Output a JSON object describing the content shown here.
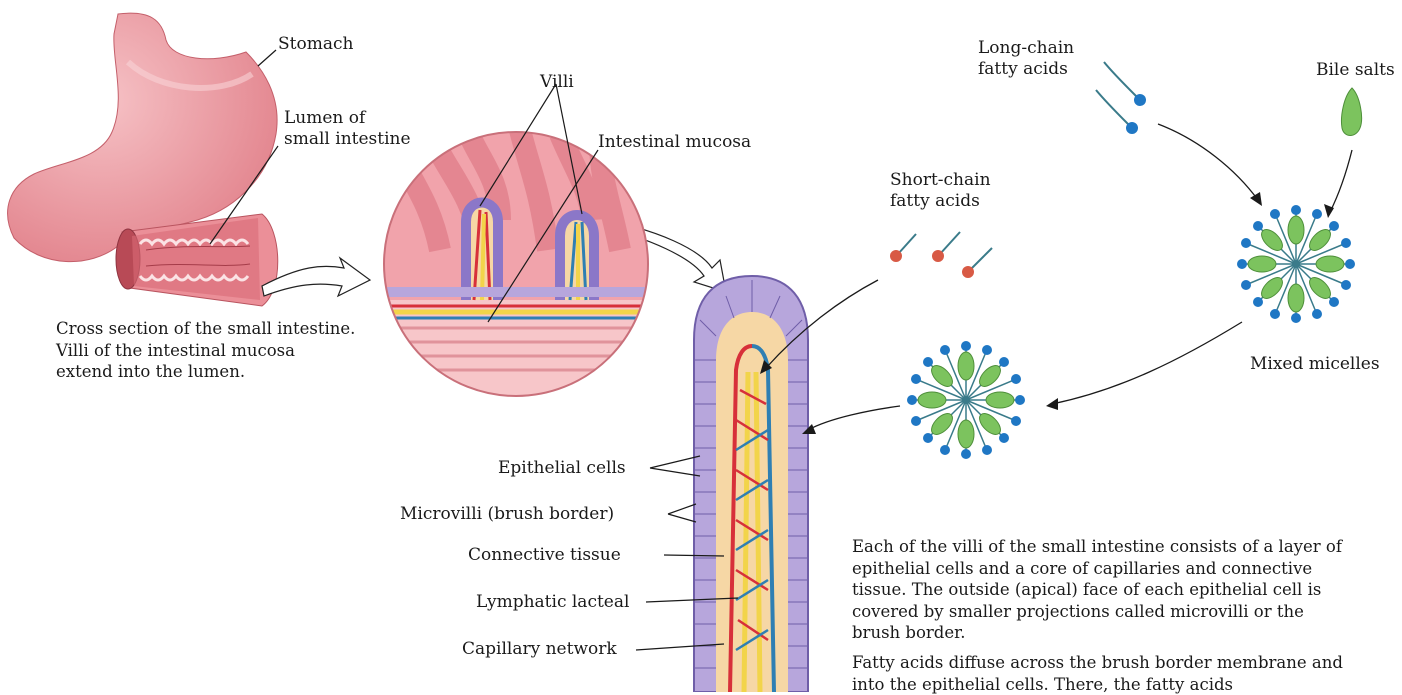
{
  "labels": {
    "stomach": "Stomach",
    "lumen": "Lumen of\nsmall intestine",
    "villi": "Villi",
    "mucosa": "Intestinal mucosa",
    "short_chain": "Short-chain\nfatty acids",
    "long_chain": "Long-chain\nfatty acids",
    "bile_salts": "Bile salts",
    "mixed_micelles": "Mixed micelles",
    "epithelial": "Epithelial cells",
    "microvilli": "Microvilli (brush border)",
    "connective": "Connective tissue",
    "lacteal": "Lymphatic lacteal",
    "capillary": "Capillary network"
  },
  "captions": {
    "cross_section": "Cross section of the small intestine. Villi of the intestinal mucosa extend into the lumen.",
    "villi_paragraph": "Each of the villi of the small intestine consists of a layer of epithelial cells and a core of capillaries and connective tissue. The outside (apical) face of each epithelial cell is covered by smaller projections called microvilli or the brush border.",
    "diffuse_paragraph": "Fatty acids diffuse across the brush border membrane and into the epithelial cells. There, the fatty acids"
  },
  "colors": {
    "stomach": "#e88a93",
    "mucosa": "#f0a7ae",
    "epithelium": "#b7a6dc",
    "lymph": "#f2d44a",
    "artery": "#d7303a",
    "vein": "#2f7fb3",
    "short_head": "#d85a45",
    "long_head": "#1f77c4",
    "bile": "#7cc35e"
  }
}
